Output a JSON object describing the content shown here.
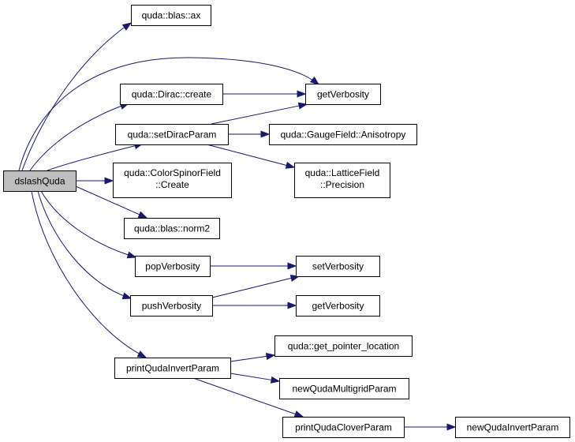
{
  "nodes": {
    "dslashQuda": [
      "dslashQuda"
    ],
    "blas_ax": [
      "quda::blas::ax"
    ],
    "dirac_create": [
      "quda::Dirac::create"
    ],
    "getVerbosity_1": [
      "getVerbosity"
    ],
    "setDiracParam": [
      "quda::setDiracParam"
    ],
    "anisotropy": [
      "quda::GaugeField::Anisotropy"
    ],
    "csf_create": [
      "quda::ColorSpinorField",
      "::Create"
    ],
    "precision": [
      "quda::LatticeField",
      "::Precision"
    ],
    "blas_norm2": [
      "quda::blas::norm2"
    ],
    "popVerbosity": [
      "popVerbosity"
    ],
    "setVerbosity": [
      "setVerbosity"
    ],
    "pushVerbosity": [
      "pushVerbosity"
    ],
    "getVerbosity_2": [
      "getVerbosity"
    ],
    "printQudaInvertParam": [
      "printQudaInvertParam"
    ],
    "get_pointer_location": [
      "quda::get_pointer_location"
    ],
    "newQudaMultigridParam": [
      "newQudaMultigridParam"
    ],
    "printQudaCloverParam": [
      "printQudaCloverParam"
    ],
    "newQudaInvertParam": [
      "newQudaInvertParam"
    ]
  },
  "edges": [
    [
      "dslashQuda",
      "blas_ax"
    ],
    [
      "dslashQuda",
      "getVerbosity_1"
    ],
    [
      "dslashQuda",
      "dirac_create"
    ],
    [
      "dslashQuda",
      "setDiracParam"
    ],
    [
      "dslashQuda",
      "csf_create"
    ],
    [
      "dslashQuda",
      "blas_norm2"
    ],
    [
      "dslashQuda",
      "popVerbosity"
    ],
    [
      "dslashQuda",
      "pushVerbosity"
    ],
    [
      "dslashQuda",
      "printQudaInvertParam"
    ],
    [
      "dirac_create",
      "getVerbosity_1"
    ],
    [
      "setDiracParam",
      "getVerbosity_1"
    ],
    [
      "setDiracParam",
      "anisotropy"
    ],
    [
      "setDiracParam",
      "precision"
    ],
    [
      "popVerbosity",
      "setVerbosity"
    ],
    [
      "pushVerbosity",
      "setVerbosity"
    ],
    [
      "pushVerbosity",
      "getVerbosity_2"
    ],
    [
      "printQudaInvertParam",
      "get_pointer_location"
    ],
    [
      "printQudaInvertParam",
      "newQudaMultigridParam"
    ],
    [
      "printQudaInvertParam",
      "printQudaCloverParam"
    ],
    [
      "printQudaCloverParam",
      "newQudaInvertParam"
    ]
  ]
}
